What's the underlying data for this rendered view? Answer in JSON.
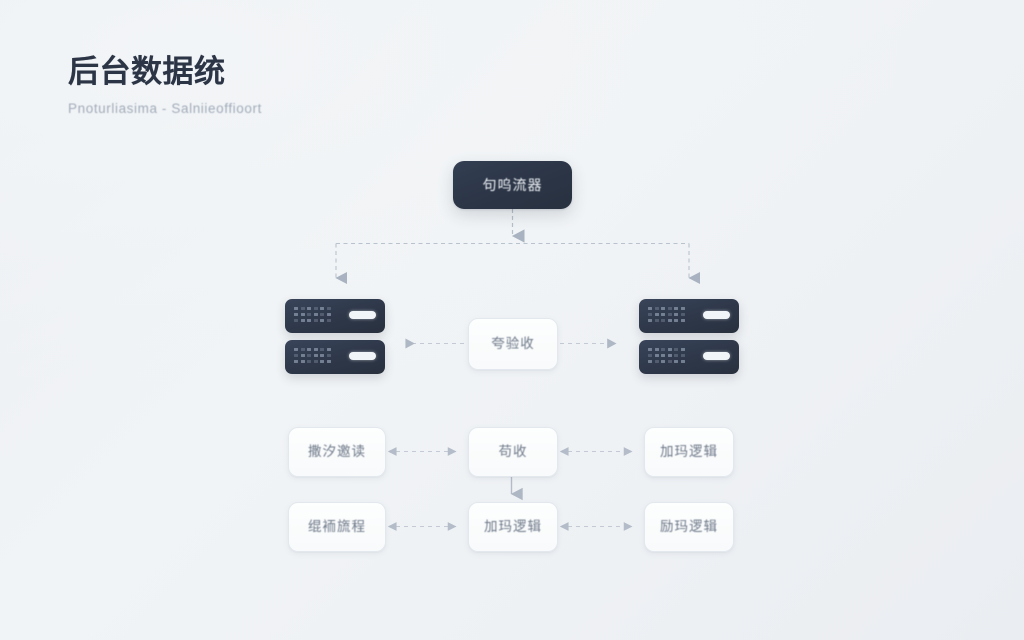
{
  "header": {
    "title": "后台数据统",
    "subtitle": "Pnoturliasima - Salniieoffioort"
  },
  "diagram": {
    "root": {
      "label": "句呜流器",
      "type": "dark-node"
    },
    "middle_row": {
      "left_server": {
        "label": "server-rack-left",
        "units": 2
      },
      "center_card": {
        "label": "夸验收"
      },
      "right_server": {
        "label": "server-rack-right",
        "units": 2
      }
    },
    "row3": [
      {
        "label": "撒汐邀读"
      },
      {
        "label": "苟收"
      },
      {
        "label": "加玛逻辑"
      }
    ],
    "row4": [
      {
        "label": "绲袻旒程"
      },
      {
        "label": "加玛逻辑"
      },
      {
        "label": "励玛逻辑"
      }
    ],
    "connectors": [
      {
        "name": "root-to-bus",
        "style": "dashed",
        "arrow": "down"
      },
      {
        "name": "bus-to-left-server",
        "style": "dashed",
        "arrow": "down"
      },
      {
        "name": "bus-to-right-server",
        "style": "dashed",
        "arrow": "down"
      },
      {
        "name": "center-to-left-server",
        "style": "dashed",
        "arrow": "left"
      },
      {
        "name": "center-to-right-server",
        "style": "dashed",
        "arrow": "right"
      },
      {
        "name": "row3-left-center",
        "style": "dashed",
        "arrow": "both"
      },
      {
        "name": "row3-center-right",
        "style": "dashed",
        "arrow": "both"
      },
      {
        "name": "row3-to-row4",
        "style": "solid",
        "arrow": "down"
      },
      {
        "name": "row4-left-center",
        "style": "dashed",
        "arrow": "both"
      },
      {
        "name": "row4-center-right",
        "style": "dashed",
        "arrow": "both"
      }
    ]
  },
  "colors": {
    "background": "#eef1f4",
    "node_dark": "#2b3546",
    "card_bg": "#fbfcfd",
    "card_border": "#e3e8ee",
    "text_dark": "#2c3546",
    "text_muted": "#6d7888",
    "connector": "#aeb7c4"
  }
}
